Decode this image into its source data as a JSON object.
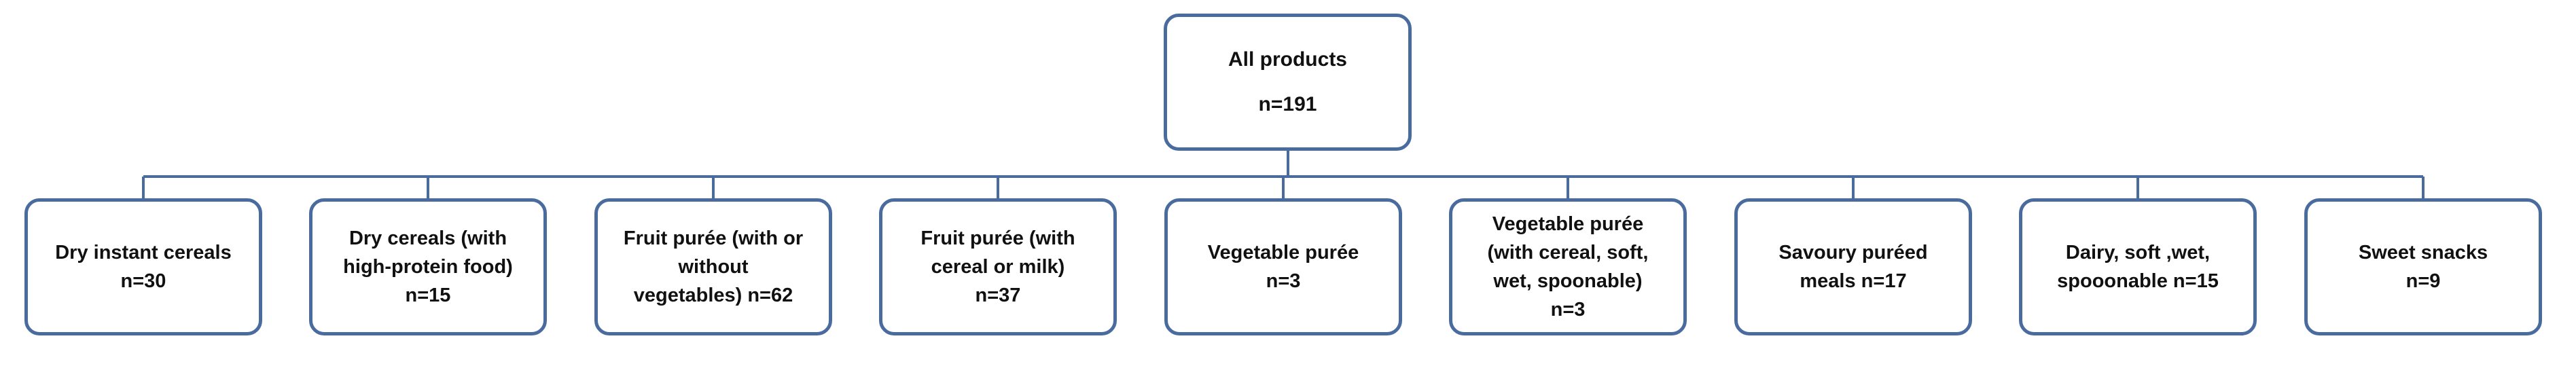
{
  "root": {
    "label": "All products",
    "count": "n=191"
  },
  "categories": [
    {
      "lines": [
        "Dry instant cereals",
        "n=30"
      ]
    },
    {
      "lines": [
        "Dry cereals (with",
        "high-protein food)",
        "n=15"
      ]
    },
    {
      "lines": [
        "Fruit purée (with or",
        "without",
        "vegetables) n=62"
      ]
    },
    {
      "lines": [
        "Fruit purée (with",
        "cereal or milk)",
        "n=37"
      ]
    },
    {
      "lines": [
        "Vegetable purée",
        "n=3"
      ]
    },
    {
      "lines": [
        "Vegetable purée",
        "(with cereal, soft,",
        "wet, spoonable)",
        "n=3"
      ]
    },
    {
      "lines": [
        "Savoury puréed",
        "meals n=17"
      ]
    },
    {
      "lines": [
        "Dairy, soft ,wet,",
        "spooonable n=15"
      ]
    },
    {
      "lines": [
        "Sweet snacks",
        "n=9"
      ]
    }
  ],
  "colors": {
    "border": "#4a6b9e",
    "connector": "#4a6b9e",
    "text": "#111111"
  }
}
